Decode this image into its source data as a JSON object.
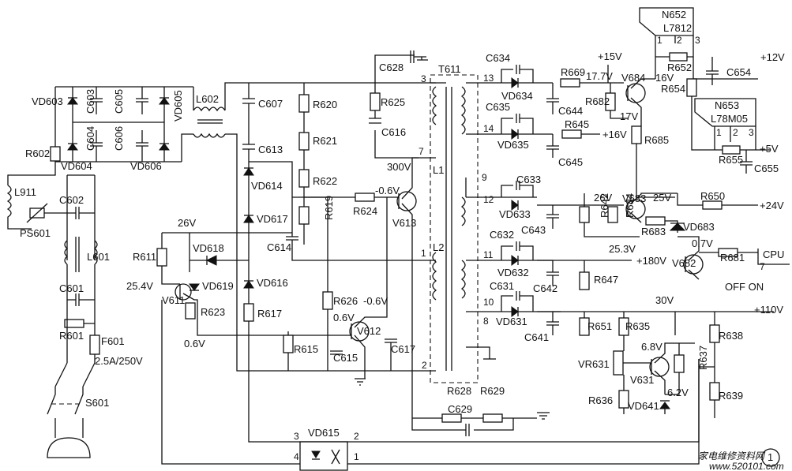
{
  "diagram": {
    "watermark_cn": "家电维修资料网",
    "watermark_url": "www.520101.com",
    "figure_number": "1"
  },
  "labels": {
    "vd603": "VD603",
    "vd604": "VD604",
    "vd605": "VD605",
    "vd606": "VD606",
    "c603": "C603",
    "c604": "C604",
    "c605": "C605",
    "c606": "C606",
    "r602": "R602",
    "l911": "L911",
    "c602": "C602",
    "ps601": "PS601",
    "l601": "L601",
    "c601": "C601",
    "r601": "R601",
    "f601": "F601",
    "f601_rating": "2.5A/250V",
    "s601": "S601",
    "l602": "L602",
    "c607": "C607",
    "c613": "C613",
    "vd614": "VD614",
    "vd617": "VD617",
    "vd616": "VD616",
    "r617": "R617",
    "r620": "R620",
    "r621": "R621",
    "r622": "R622",
    "r619": "R619",
    "c614": "C614",
    "vd618": "VD618",
    "vd619": "VD619",
    "r611": "R611",
    "v611": "V611",
    "r623": "R623",
    "v26_left": "26V",
    "v25_4": "25.4V",
    "v0_6_a": "0.6V",
    "c628": "C628",
    "r625": "R625",
    "c616": "C616",
    "v300": "300V",
    "r624": "R624",
    "vm0_6_a": "-0.6V",
    "v613": "V613",
    "r626": "R626",
    "vm0_6_b": "-0.6V",
    "v0_6_b": "0.6V",
    "v612": "V612",
    "r615": "R615",
    "c615": "C615",
    "c617": "C617",
    "r628": "R628",
    "r629": "R629",
    "c629": "C629",
    "vd615": "VD615",
    "opto_p1": "1",
    "opto_p2": "2",
    "opto_p3": "3",
    "opto_p4": "4",
    "t611": "T611",
    "l1": "L1",
    "l2": "L2",
    "pin3": "3",
    "pin7": "7",
    "pin1": "1",
    "pin2": "2",
    "pin13": "13",
    "pin14": "14",
    "pin9": "9",
    "pin12": "12",
    "pin11": "11",
    "pin10": "10",
    "pin8": "8",
    "c634": "C634",
    "vd634": "VD634",
    "c644": "C644",
    "c635": "C635",
    "vd635": "VD635",
    "c645": "C645",
    "c633": "C633",
    "vd633": "VD633",
    "c643": "C643",
    "c632": "C632",
    "vd632": "VD632",
    "c642": "C642",
    "c631": "C631",
    "vd631": "VD631",
    "c641": "C641",
    "r669": "R669",
    "r645": "R645",
    "r682": "R682",
    "v684": "V684",
    "r685": "R685",
    "v15": "+15V",
    "v17_7": "17.7V",
    "v16": "16V",
    "v17": "17V",
    "out16": "+16V",
    "n652": "N652",
    "l7812": "L7812",
    "n652_p1": "1",
    "n652_p2": "2",
    "n652_p3": "3",
    "r652": "R652",
    "r654": "R654",
    "c654": "C654",
    "out12": "+12V",
    "n653": "N653",
    "l78m05": "L78M05",
    "n653_p1": "1",
    "n653_p2": "2",
    "n653_p3": "3",
    "r655": "R655",
    "c655": "C655",
    "out5": "+5V",
    "v26_right": "26V",
    "v683": "V683",
    "v25": "25V",
    "r650": "R650",
    "out24": "+24V",
    "r642": "R642",
    "r684": "R684",
    "r683": "R683",
    "v25_3": "25.3V",
    "vd683": "VD683",
    "v0_7": "0.7V",
    "r681": "R681",
    "v682": "V682",
    "cpu": "CPU",
    "cpu_pin": "7",
    "off_on": "OFF ON",
    "out180": "+180V",
    "r647": "R647",
    "v30": "30V",
    "out110": "+110V",
    "r651": "R651",
    "r635": "R635",
    "r638": "R638",
    "r639": "R639",
    "vr631": "VR631",
    "v6_8": "6.8V",
    "v631": "V631",
    "r637": "R637",
    "v6_2": "6.2V",
    "r636": "R636",
    "vd641": "VD641"
  }
}
